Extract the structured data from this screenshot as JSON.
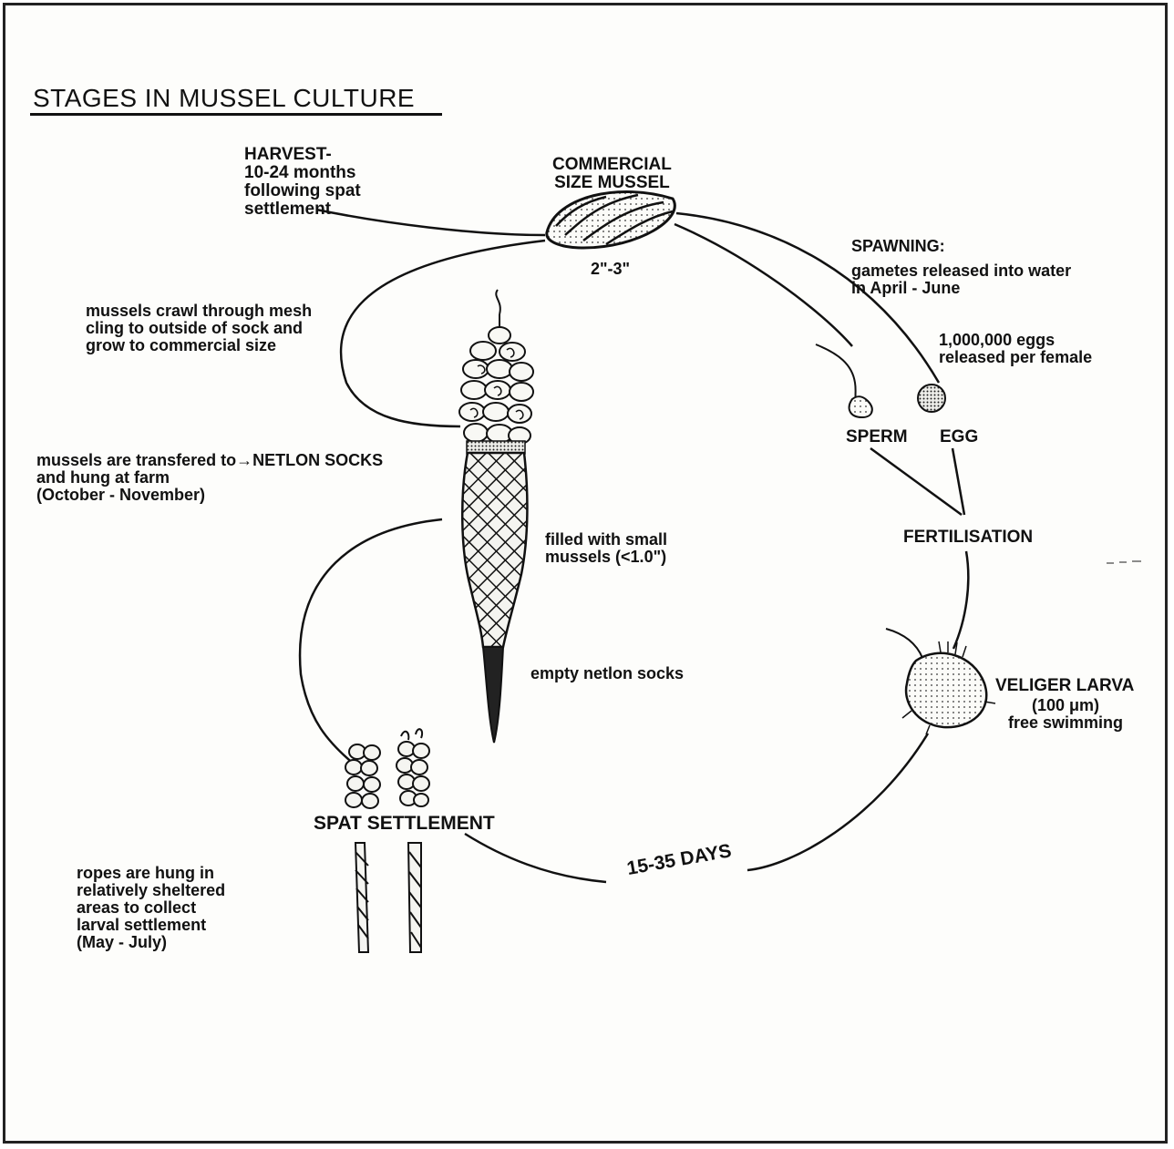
{
  "title": "STAGES IN MUSSEL CULTURE",
  "labels": {
    "harvest": "HARVEST-\n10-24 months\nfollowing spat\nsettlement",
    "commercial": "COMMERCIAL\nSIZE MUSSEL",
    "size": "2\"-3\"",
    "spawning": "SPAWNING:",
    "gametes": "gametes released into water\nin April - June",
    "eggs": "1,000,000 eggs\nreleased per female",
    "sperm": "SPERM",
    "egg": "EGG",
    "crawl": "mussels crawl through mesh\ncling to outside of sock and\ngrow to commercial size",
    "transfer": "mussels are transfered to→NETLON SOCKS\nand hung at farm\n(October - November)",
    "fertilisation": "FERTILISATION",
    "filled": "filled with small\nmussels (<1.0\")",
    "empty": "empty netlon socks",
    "veliger_title": "VELIGER LARVA",
    "veliger_detail": "(100 μm)\nfree swimming",
    "spat": "SPAT SETTLEMENT",
    "days": "15-35 DAYS",
    "ropes": "ropes are hung in\nrelatively sheltered\nareas to collect\nlarval settlement\n(May - July)"
  }
}
